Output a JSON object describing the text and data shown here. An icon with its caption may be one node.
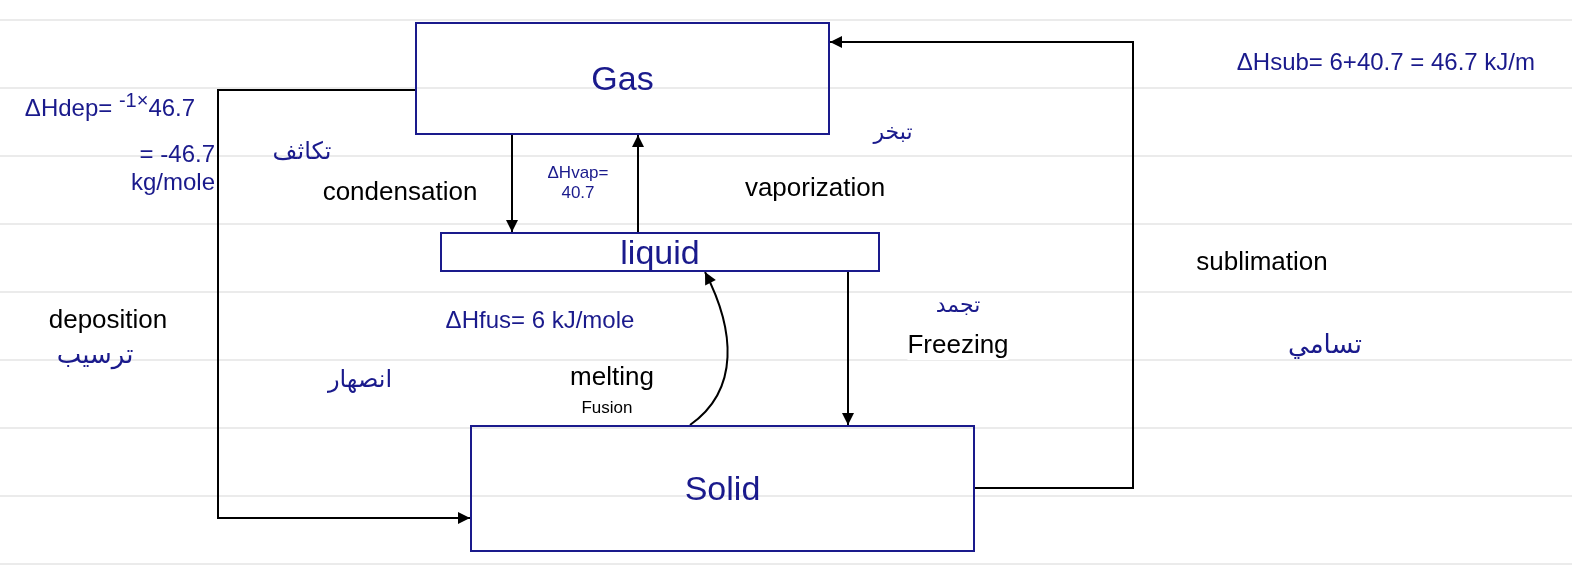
{
  "diagram": {
    "nodes": [
      {
        "text": [
          "Gas"
        ]
      },
      {
        "text": [
          "liquid"
        ]
      },
      {
        "text": [
          "Solid"
        ]
      }
    ],
    "edges": [
      {
        "from": 0,
        "to": 1,
        "arrow": "to",
        "label": "condensation"
      },
      {
        "from": 1,
        "to": 0,
        "arrow": "to",
        "label": "vaporization"
      },
      {
        "from": 1,
        "to": 2,
        "arrow": "to",
        "label": "Freezing"
      },
      {
        "from": 2,
        "to": 1,
        "arrow": "to",
        "label": "melting"
      },
      {
        "from": 2,
        "to": 0,
        "arrow": "to",
        "label": "sublimation"
      },
      {
        "from": 0,
        "to": 2,
        "arrow": "to",
        "label": "deposition"
      }
    ],
    "labels": [
      "ΔHdep= $^{-1×}$46.7",
      "= -46.7 kg/mole",
      "تكاثف",
      "ΔHvap= 40.7",
      "تبخر",
      "ΔHsub= 6+40.7 = 46.7 kJ/m",
      "تسامي",
      "ترسيب",
      "تجمد",
      "ΔHfus= 6 kJ/mole",
      "انصهار",
      "Fusion"
    ]
  }
}
